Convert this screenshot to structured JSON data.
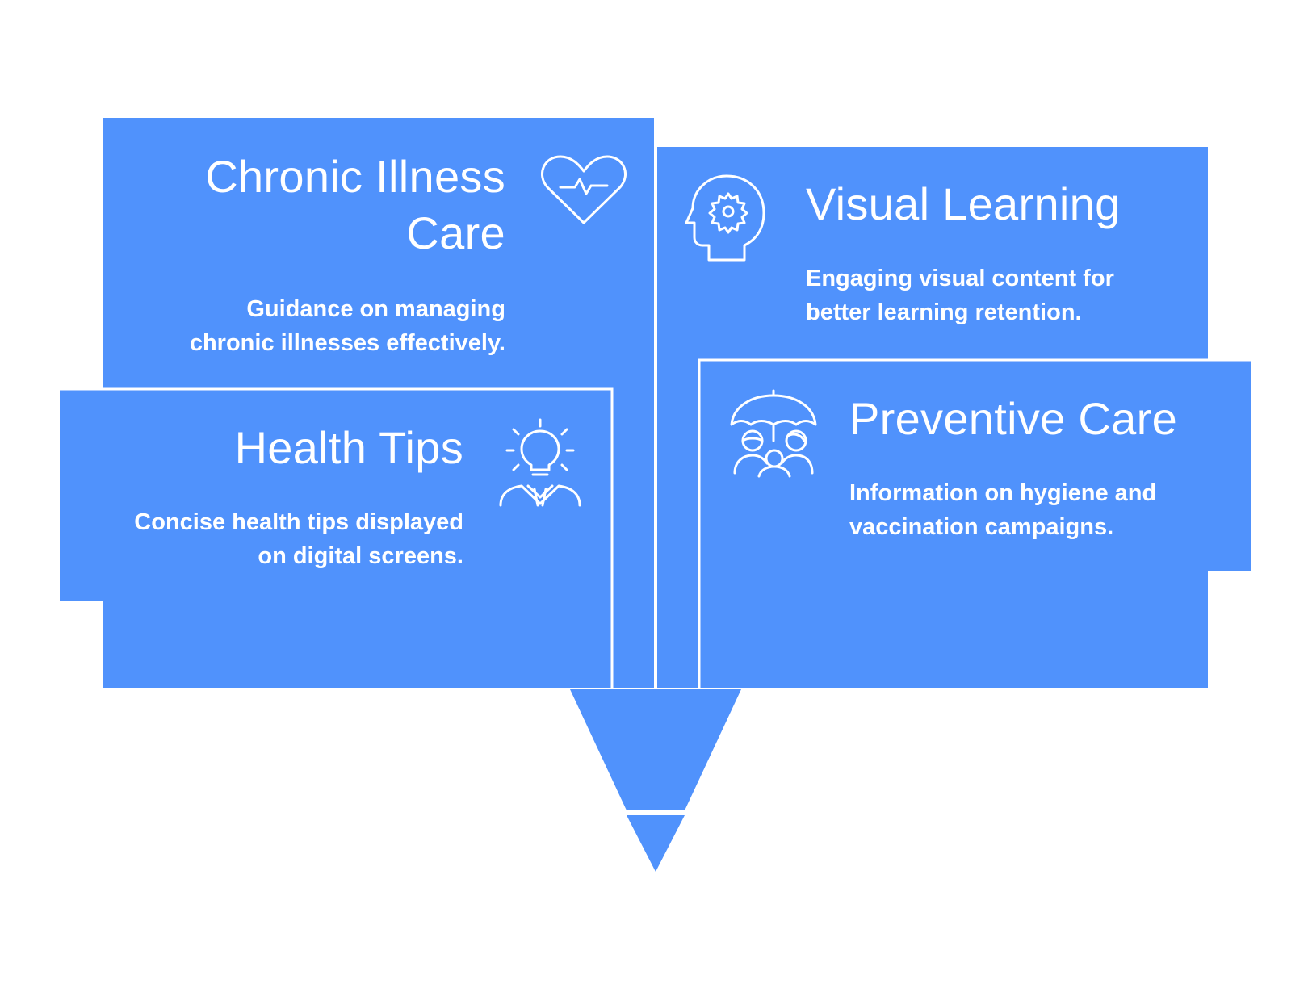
{
  "colors": {
    "panel": "#5092FC",
    "divider": "#FFFFFF",
    "text": "#FFFFFF",
    "background": "#FFFFFF"
  },
  "cards": {
    "chronic": {
      "title": "Chronic Illness Care",
      "title_line1": "Chronic Illness",
      "title_line2": "Care",
      "desc_line1": "Guidance on managing",
      "desc_line2": "chronic illnesses effectively.",
      "icon": "heart-pulse-icon"
    },
    "health": {
      "title": "Health Tips",
      "desc_line1": "Concise health tips displayed",
      "desc_line2": "on digital screens.",
      "icon": "lightbulb-person-icon"
    },
    "visual": {
      "title": "Visual Learning",
      "desc_line1": "Engaging visual content for",
      "desc_line2": "better learning retention.",
      "icon": "head-gear-icon"
    },
    "preventive": {
      "title": "Preventive Care",
      "desc_line1": "Information on hygiene and",
      "desc_line2": "vaccination campaigns.",
      "icon": "umbrella-family-icon"
    }
  }
}
